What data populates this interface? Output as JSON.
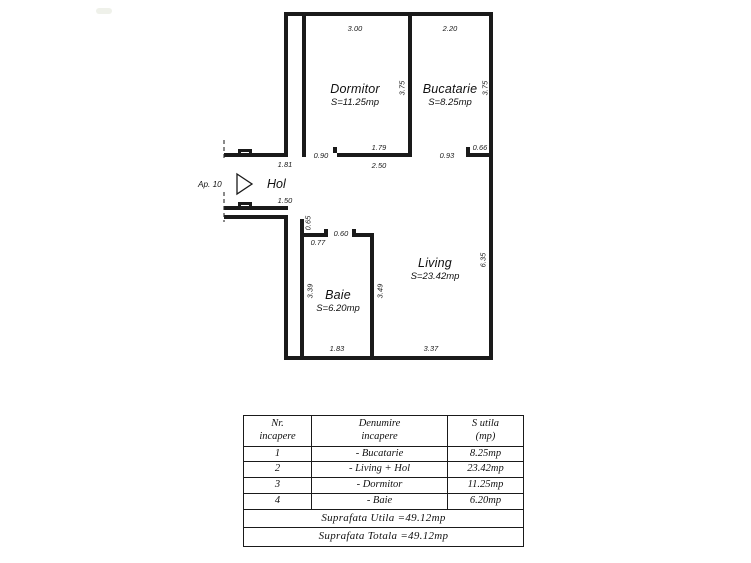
{
  "document": {
    "type": "architectural-floor-plan",
    "apartment_label": "Ap. 10"
  },
  "plan": {
    "rooms": [
      {
        "name": "Dormitor",
        "area_label": "S=11.25mp"
      },
      {
        "name": "Bucatarie",
        "area_label": "S=8.25mp"
      },
      {
        "name": "Living",
        "area_label": "S=23.42mp"
      },
      {
        "name": "Baie",
        "area_label": "S=6.20mp"
      },
      {
        "name": "Hol",
        "area_label": ""
      }
    ],
    "dimensions": {
      "dormitor_top": "3.00",
      "bucatarie_top": "2.20",
      "dormitor_right": "3.75",
      "bucatarie_right": "3.75",
      "hol_top_wall": "1.81",
      "door_dormitor_left": "0.90",
      "dormitor_bottom": "1.79",
      "dormitor_bottom_total": "2.50",
      "door_bucatarie_left": "0.93",
      "bucatarie_bottom_right": "0.66",
      "hol_bottom_wall": "1.50",
      "baie_offset_v": "0.65",
      "baie_top_left": "0.77",
      "baie_door": "0.60",
      "baie_left_v": "3.39",
      "baie_right_v": "3.49",
      "living_right_v": "6.35",
      "baie_bottom": "1.83",
      "living_bottom": "3.37"
    }
  },
  "table": {
    "headers": {
      "nr": "Nr.\nincapere",
      "nr_line1": "Nr.",
      "nr_line2": "incapere",
      "denumire_line1": "Denumire",
      "denumire_line2": "incapere",
      "sutila_line1": "S  utila",
      "sutila_line2": "(mp)"
    },
    "rows": [
      {
        "nr": "1",
        "denumire": "- Bucatarie",
        "s_utila": "8.25mp"
      },
      {
        "nr": "2",
        "denumire": "- Living + Hol",
        "s_utila": "23.42mp"
      },
      {
        "nr": "3",
        "denumire": "- Dormitor",
        "s_utila": "11.25mp"
      },
      {
        "nr": "4",
        "denumire": "- Baie",
        "s_utila": "6.20mp"
      }
    ],
    "totals": [
      {
        "label": "Suprafata  Utila  =49.12mp"
      },
      {
        "label": "Suprafata  Totala  =49.12mp"
      }
    ]
  },
  "colors": {
    "ink": "#1a1a1a",
    "paper": "#ffffff"
  }
}
